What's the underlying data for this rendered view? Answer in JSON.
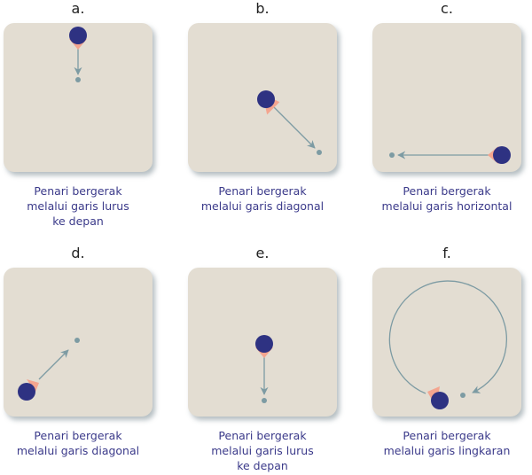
{
  "colors": {
    "panel": "#e3ddd2",
    "dancer": "#2e3282",
    "direction": "#f4a58f",
    "path": "#7d9ba3",
    "caption": "#3b3a8a"
  },
  "panels": [
    {
      "letter": "a.",
      "caption": [
        "Penari bergerak",
        "melalui garis lurus",
        "ke depan"
      ]
    },
    {
      "letter": "b.",
      "caption": [
        "Penari bergerak",
        "melalui garis diagonal"
      ]
    },
    {
      "letter": "c.",
      "caption": [
        "Penari bergerak",
        "melalui garis horizontal"
      ]
    },
    {
      "letter": "d.",
      "caption": [
        "Penari bergerak",
        "melalui garis diagonal"
      ]
    },
    {
      "letter": "e.",
      "caption": [
        "Penari bergerak",
        "melalui garis lurus",
        "ke depan"
      ]
    },
    {
      "letter": "f.",
      "caption": [
        "Penari bergerak",
        "melalui garis lingkaran"
      ]
    }
  ]
}
